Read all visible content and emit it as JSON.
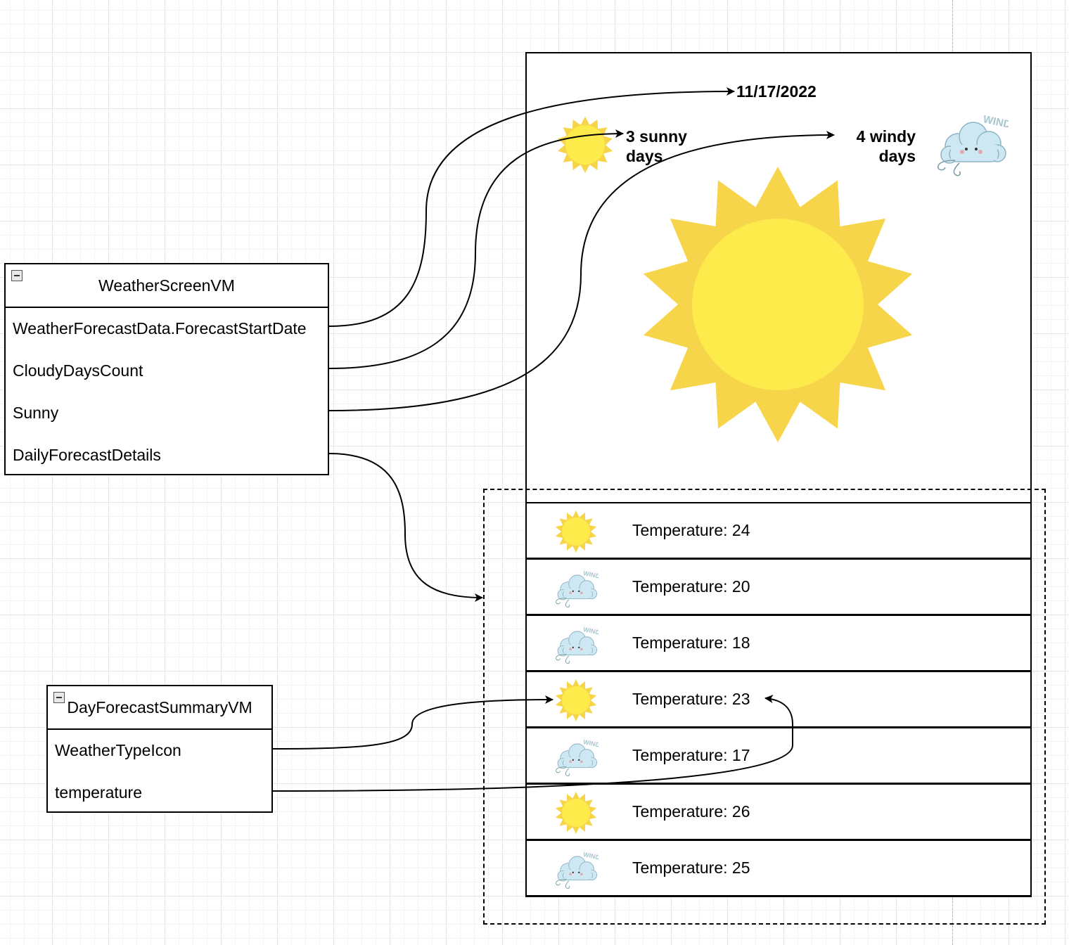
{
  "screen": {
    "date": "11/17/2022",
    "sunny_summary": {
      "line1": "3 sunny",
      "line2": "days"
    },
    "windy_summary": {
      "line1": "4 windy",
      "line2": "days"
    },
    "icon_text": "WINDY"
  },
  "colors": {
    "sun_ray": "#f7d54a",
    "sun_core": "#fceb4b",
    "cloud": "#cde8f2",
    "cloud_stroke": "#8fb4c4",
    "stroke": "#000000"
  },
  "forecast_rows": [
    {
      "icon": "sun-icon",
      "temperature_label": "Temperature: 24"
    },
    {
      "icon": "windy-cloud-icon",
      "temperature_label": "Temperature: 20"
    },
    {
      "icon": "windy-cloud-icon",
      "temperature_label": "Temperature: 18"
    },
    {
      "icon": "sun-icon",
      "temperature_label": "Temperature: 23"
    },
    {
      "icon": "windy-cloud-icon",
      "temperature_label": "Temperature: 17"
    },
    {
      "icon": "sun-icon",
      "temperature_label": "Temperature: 26"
    },
    {
      "icon": "windy-cloud-icon",
      "temperature_label": "Temperature: 25"
    }
  ],
  "weather_screen_vm": {
    "title": "WeatherScreenVM",
    "fields": [
      "WeatherForecastData.ForecastStartDate",
      "CloudyDaysCount",
      "Sunny",
      "DailyForecastDetails"
    ]
  },
  "day_forecast_summary_vm": {
    "title": "DayForecastSummaryVM",
    "fields": [
      "WeatherTypeIcon",
      "temperature"
    ]
  }
}
